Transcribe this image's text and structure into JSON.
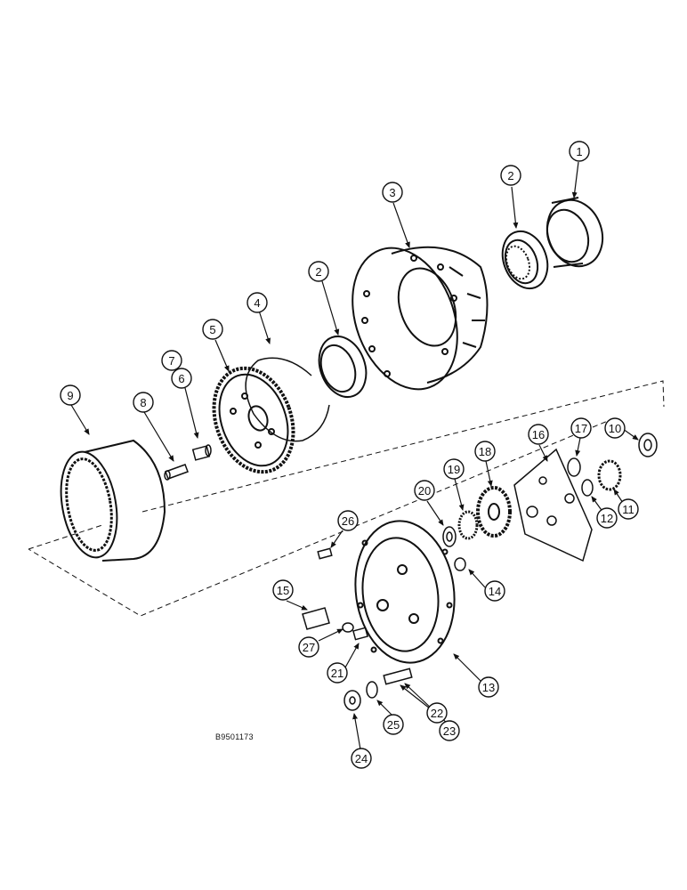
{
  "drawing_id": "B9501173",
  "callouts": [
    {
      "label": "1"
    },
    {
      "label": "2"
    },
    {
      "label": "3"
    },
    {
      "label": "2"
    },
    {
      "label": "4"
    },
    {
      "label": "5"
    },
    {
      "label": "7"
    },
    {
      "label": "6"
    },
    {
      "label": "8"
    },
    {
      "label": "9"
    },
    {
      "label": "10"
    },
    {
      "label": "17"
    },
    {
      "label": "16"
    },
    {
      "label": "18"
    },
    {
      "label": "19"
    },
    {
      "label": "20"
    },
    {
      "label": "11"
    },
    {
      "label": "12"
    },
    {
      "label": "26"
    },
    {
      "label": "14"
    },
    {
      "label": "15"
    },
    {
      "label": "27"
    },
    {
      "label": "21"
    },
    {
      "label": "13"
    },
    {
      "label": "22"
    },
    {
      "label": "23"
    },
    {
      "label": "25"
    },
    {
      "label": "24"
    }
  ]
}
